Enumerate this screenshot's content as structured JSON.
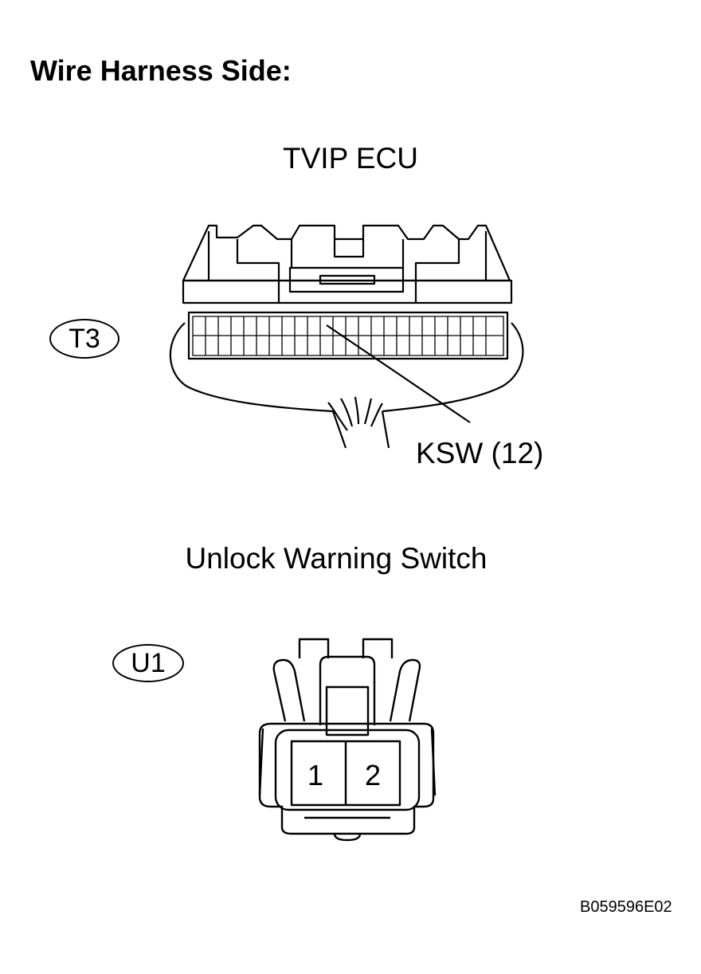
{
  "heading": "Wire Harness Side:",
  "ecu": {
    "title": "TVIP ECU",
    "connector_code": "T3",
    "pin_label": "KSW (12)"
  },
  "switch": {
    "title": "Unlock Warning Switch",
    "connector_code": "U1",
    "pins": [
      "1",
      "2"
    ]
  },
  "diagram_code": "B059596E02"
}
